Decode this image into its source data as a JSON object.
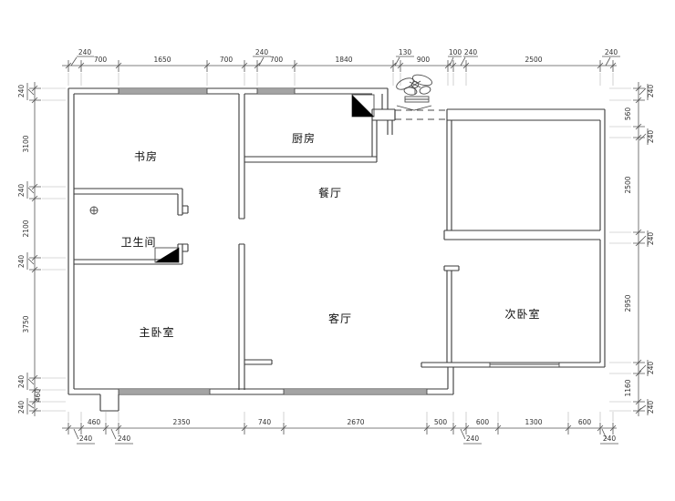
{
  "drawing_type": "apartment floor plan",
  "colors": {
    "background": "#ffffff",
    "wall_line": "#3a3a3a",
    "dimension_line": "#555555",
    "door_triangle_fill": "#000000"
  },
  "rooms": {
    "study": "书房",
    "kitchen": "厨房",
    "dining": "餐厅",
    "bathroom": "卫生间",
    "master_bedroom": "主卧室",
    "living_room": "客厅",
    "second_bedroom": "次卧室"
  },
  "dims": {
    "top": [
      "240",
      "700",
      "1650",
      "700",
      "240",
      "700",
      "1840",
      "130",
      "900",
      "100",
      "240",
      "2500",
      "240"
    ],
    "bottom": [
      "240",
      "460",
      "240",
      "2350",
      "740",
      "2670",
      "500",
      "240",
      "600",
      "1300",
      "600",
      "240"
    ],
    "left": [
      "240",
      "3100",
      "240",
      "2100",
      "240",
      "3750",
      "240",
      "460",
      "240"
    ],
    "right": [
      "240",
      "560",
      "240",
      "2500",
      "240",
      "2950",
      "240",
      "1160",
      "240"
    ]
  }
}
